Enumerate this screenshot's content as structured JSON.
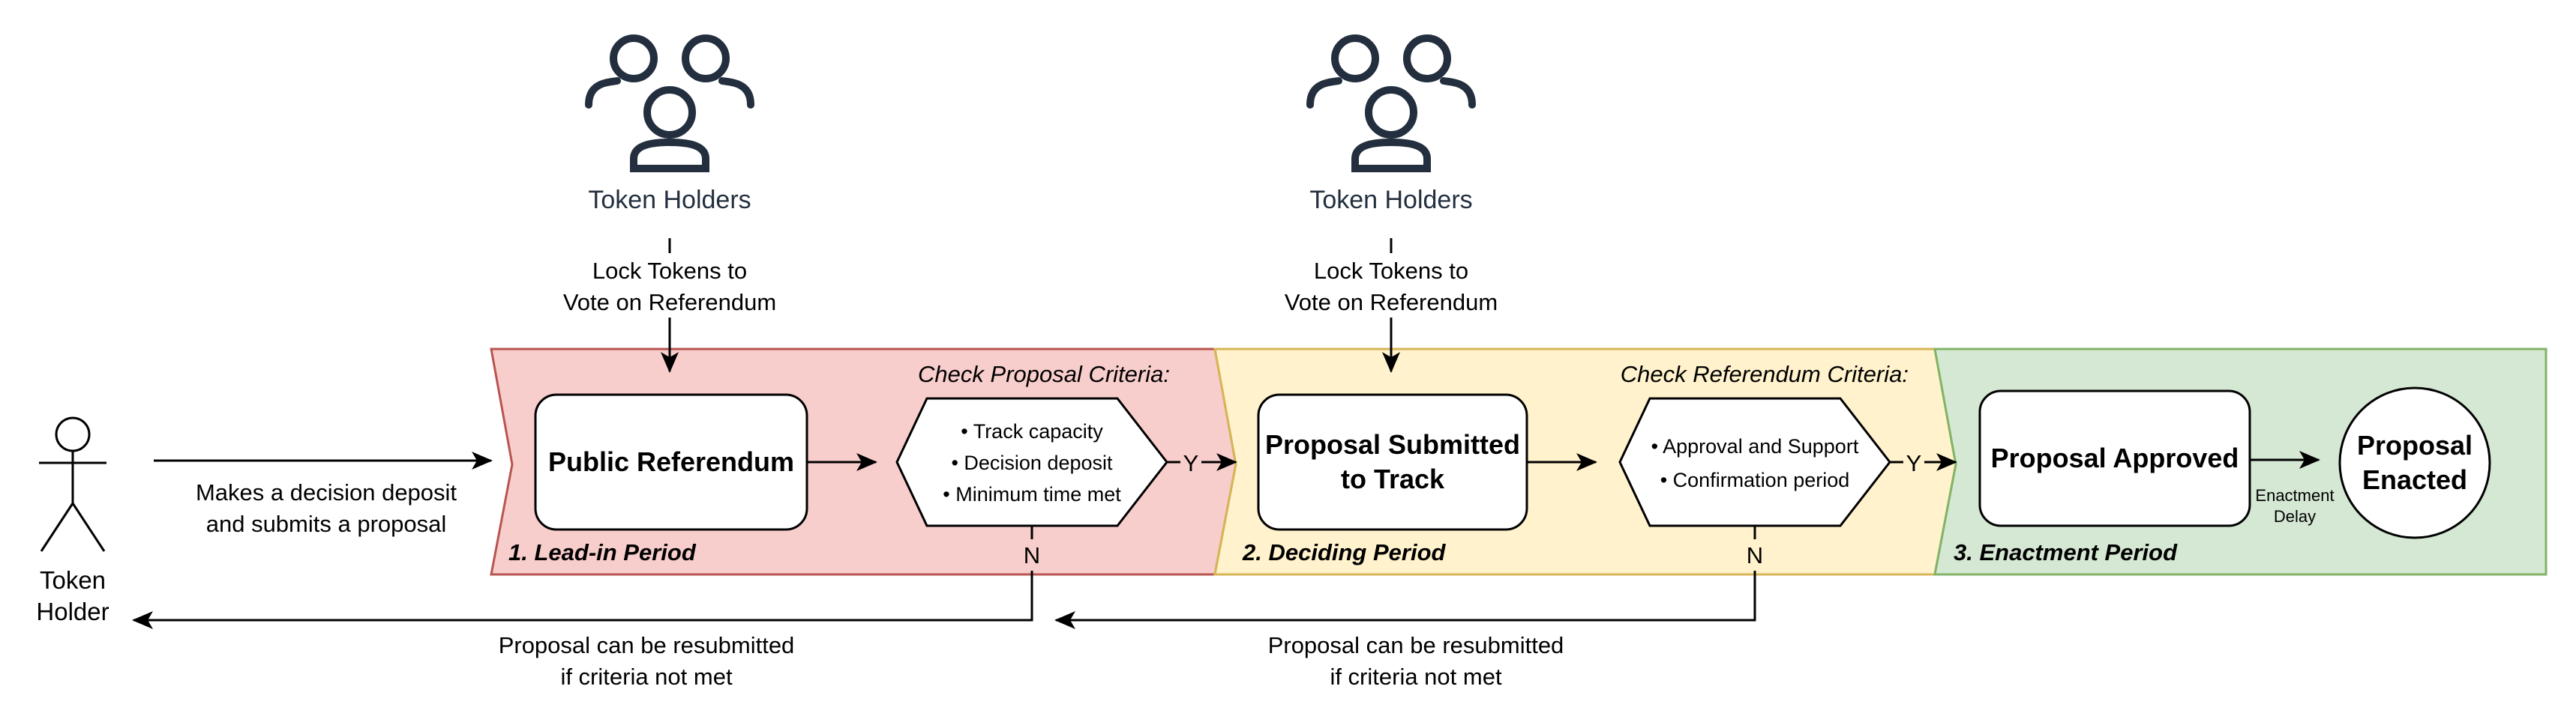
{
  "actor": {
    "label_line1": "Token",
    "label_line2": "Holder"
  },
  "token_holders_1": {
    "label": "Token Holders",
    "icon": "users-group-icon",
    "vote_line1": "Lock Tokens to",
    "vote_line2": "Vote on Referendum"
  },
  "token_holders_2": {
    "label": "Token Holders",
    "icon": "users-group-icon",
    "vote_line1": "Lock Tokens to",
    "vote_line2": "Vote on Referendum"
  },
  "submit_label": {
    "line1": "Makes a decision deposit",
    "line2": "and submits a proposal"
  },
  "phases": {
    "lead_in": {
      "title": "1. Lead-in Period",
      "check_title": "Check Proposal Criteria:",
      "box": "Public Referendum",
      "criteria": [
        "• Track capacity",
        "• Decision deposit",
        "• Minimum time met"
      ],
      "yes": "Y",
      "no": "N",
      "color": "#F8CECC",
      "border": "#B85450"
    },
    "deciding": {
      "title": "2. Deciding Period",
      "check_title": "Check Referendum Criteria:",
      "box_line1": "Proposal Submitted",
      "box_line2": "to Track",
      "criteria": [
        "• Approval and Support",
        "• Confirmation period"
      ],
      "yes": "Y",
      "no": "N",
      "color": "#FFF2CC",
      "border": "#D6B656"
    },
    "enactment": {
      "title": "3. Enactment Period",
      "box": "Proposal Approved",
      "delay_line1": "Enactment",
      "delay_line2": "Delay",
      "final_line1": "Proposal",
      "final_line2": "Enacted",
      "color": "#D5E8D4",
      "border": "#82B366"
    }
  },
  "resubmit_1": {
    "line1": "Proposal can be resubmitted",
    "line2": "if criteria not met"
  },
  "resubmit_2": {
    "line1": "Proposal can be resubmitted",
    "line2": "if criteria not met"
  }
}
